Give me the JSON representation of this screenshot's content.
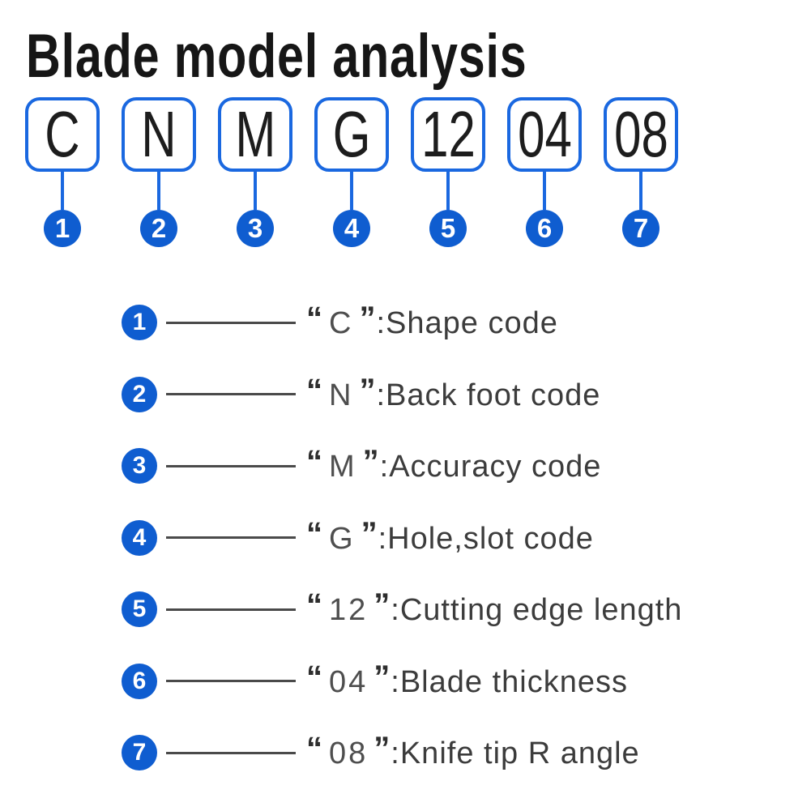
{
  "title": "Blade model analysis",
  "colors": {
    "box_border_blue": "#1a68e0",
    "badge_fill_blue": "#0f5dd0",
    "legend_line_gray": "#4a4a4a",
    "text_dark": "#3c3c3c",
    "code_char_black": "#1d1d1d"
  },
  "model": {
    "segments": [
      {
        "number": "1",
        "code": "C"
      },
      {
        "number": "2",
        "code": "N"
      },
      {
        "number": "3",
        "code": "M"
      },
      {
        "number": "4",
        "code": "G"
      },
      {
        "number": "5",
        "code": "12"
      },
      {
        "number": "6",
        "code": "04"
      },
      {
        "number": "7",
        "code": "08"
      }
    ]
  },
  "legend": {
    "open_quote": "“",
    "close_quote": "”",
    "separator": ":",
    "items": [
      {
        "number": "1",
        "code": "C",
        "description": "Shape code"
      },
      {
        "number": "2",
        "code": "N",
        "description": "Back foot code"
      },
      {
        "number": "3",
        "code": "M",
        "description": "Accuracy code"
      },
      {
        "number": "4",
        "code": "G",
        "description": "Hole,slot code"
      },
      {
        "number": "5",
        "code": "12",
        "description": "Cutting edge length"
      },
      {
        "number": "6",
        "code": "04",
        "description": "Blade thickness"
      },
      {
        "number": "7",
        "code": "08",
        "description": "Knife tip R angle"
      }
    ]
  }
}
